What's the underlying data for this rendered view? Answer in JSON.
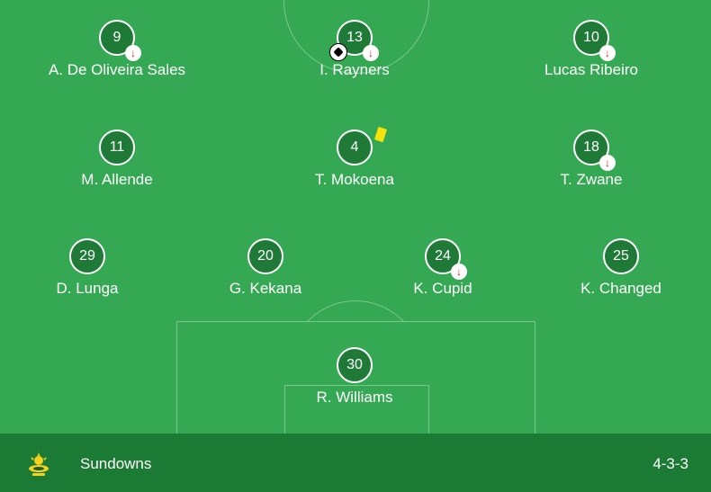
{
  "team": {
    "name": "Sundowns",
    "formation": "4-3-3",
    "logo_icon": "sundowns-crest-icon"
  },
  "colors": {
    "pitch": "#35a853",
    "footer": "#1b7a34",
    "jersey": "#1f7a37",
    "sub_arrow": "#d01c1c",
    "yellow_card": "#f6e30b"
  },
  "players": [
    {
      "number": "9",
      "name": "A. De Oliveira Sales",
      "sub": true,
      "goal": false,
      "yellow": false
    },
    {
      "number": "13",
      "name": "I. Rayners",
      "sub": true,
      "goal": true,
      "yellow": false
    },
    {
      "number": "10",
      "name": "Lucas Ribeiro",
      "sub": true,
      "goal": false,
      "yellow": false
    },
    {
      "number": "11",
      "name": "M. Allende",
      "sub": false,
      "goal": false,
      "yellow": false
    },
    {
      "number": "4",
      "name": "T. Mokoena",
      "sub": false,
      "goal": false,
      "yellow": true
    },
    {
      "number": "18",
      "name": "T. Zwane",
      "sub": true,
      "goal": false,
      "yellow": false
    },
    {
      "number": "29",
      "name": "D. Lunga",
      "sub": false,
      "goal": false,
      "yellow": false
    },
    {
      "number": "20",
      "name": "G. Kekana",
      "sub": false,
      "goal": false,
      "yellow": false
    },
    {
      "number": "24",
      "name": "K. Cupid",
      "sub": true,
      "goal": false,
      "yellow": false
    },
    {
      "number": "25",
      "name": "K. Changed",
      "sub": false,
      "goal": false,
      "yellow": false
    },
    {
      "number": "30",
      "name": "R. Williams",
      "sub": false,
      "goal": false,
      "yellow": false
    }
  ],
  "icons": {
    "sub": "↓"
  }
}
